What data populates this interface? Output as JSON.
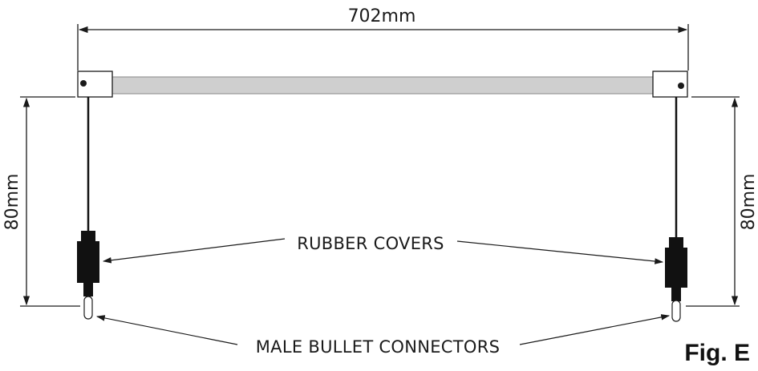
{
  "diagram": {
    "dimensions": {
      "width": "702mm",
      "height_left": "80mm",
      "height_right": "80mm"
    },
    "callouts": {
      "rubber_covers": "RUBBER COVERS",
      "connectors": "MALE BULLET CONNECTORS"
    },
    "figure_label": "Fig. E",
    "colors": {
      "line": "#1a1a1a",
      "bar_fill": "#cfcfcf",
      "cover": "#111111"
    }
  }
}
